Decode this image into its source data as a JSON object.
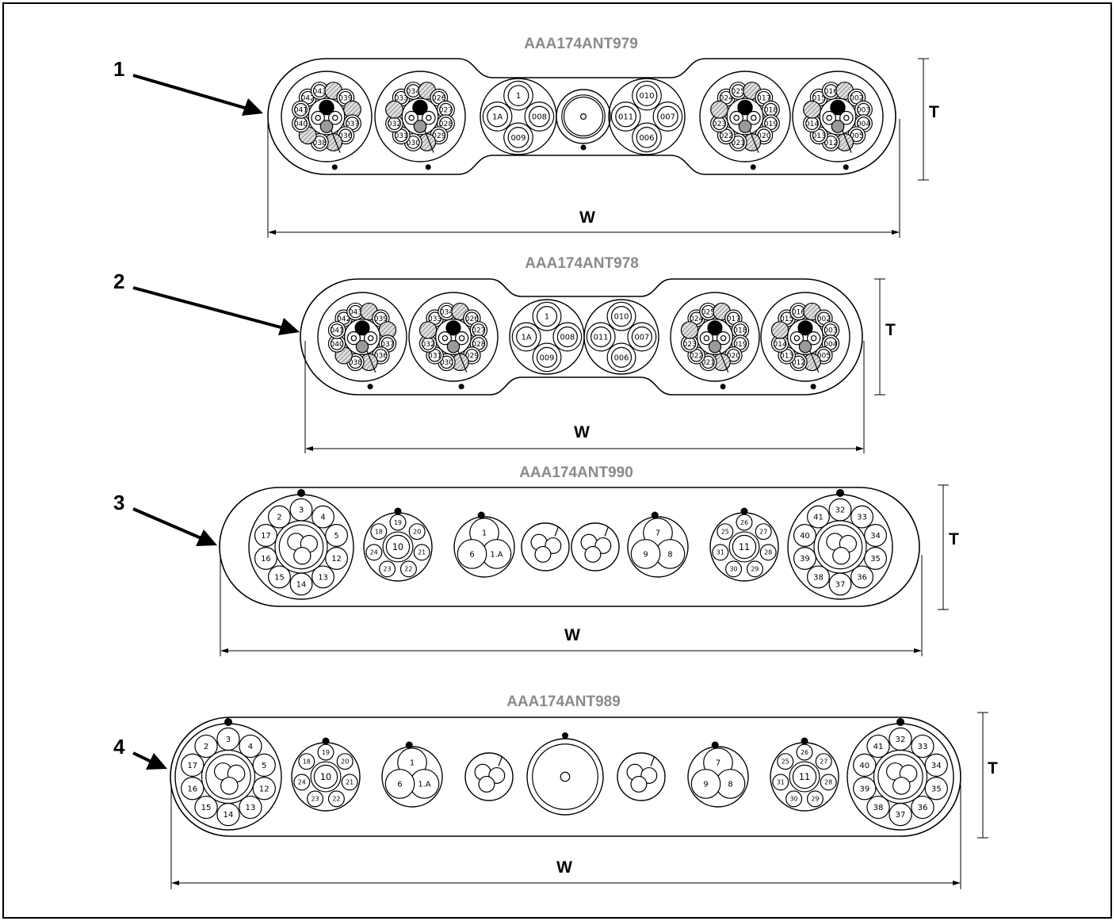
{
  "panels": [
    {
      "index": "1",
      "title": "AAA174ANT979",
      "w_label": "W",
      "t_label": "T",
      "units": [
        {
          "type": "comp4",
          "outer": [
            "042",
            "043",
            "",
            "039",
            "",
            "037",
            "036",
            "",
            "038",
            "",
            "040",
            "041"
          ]
        },
        {
          "type": "comp4",
          "outer": [
            "033",
            "034",
            "",
            "026",
            "027",
            "028",
            "029",
            "",
            "030",
            "031",
            "032",
            ""
          ]
        },
        {
          "type": "quad",
          "labels": [
            "1",
            "008",
            "009",
            "1A"
          ]
        },
        {
          "type": "coax"
        },
        {
          "type": "quad",
          "labels": [
            "010",
            "007",
            "006",
            "011"
          ]
        },
        {
          "type": "comp4",
          "outer": [
            "024",
            "025",
            "",
            "017",
            "018",
            "019",
            "020",
            "",
            "021",
            "022",
            "023",
            ""
          ]
        },
        {
          "type": "comp4",
          "outer": [
            "015",
            "016",
            "",
            "002",
            "003",
            "004",
            "005",
            "",
            "012",
            "013",
            "014",
            ""
          ]
        }
      ]
    },
    {
      "index": "2",
      "title": "AAA174ANT978",
      "w_label": "W",
      "t_label": "T",
      "units": [
        {
          "type": "comp4",
          "outer": [
            "042",
            "043",
            "",
            "039",
            "",
            "037",
            "036",
            "",
            "038",
            "",
            "040",
            "041"
          ]
        },
        {
          "type": "comp4",
          "outer": [
            "033",
            "034",
            "",
            "026",
            "027",
            "028",
            "029",
            "",
            "030",
            "031",
            "032",
            ""
          ]
        },
        {
          "type": "quad",
          "labels": [
            "1",
            "008",
            "009",
            "1A"
          ]
        },
        {
          "type": "quad",
          "labels": [
            "010",
            "007",
            "006",
            "011"
          ]
        },
        {
          "type": "comp4",
          "outer": [
            "024",
            "025",
            "",
            "017",
            "018",
            "019",
            "020",
            "",
            "021",
            "022",
            "023",
            ""
          ]
        },
        {
          "type": "comp4",
          "outer": [
            "015",
            "016",
            "",
            "002",
            "003",
            "004",
            "005",
            "",
            "012",
            "013",
            "014",
            ""
          ]
        }
      ]
    },
    {
      "index": "3",
      "title": "AAA174ANT990",
      "w_label": "W",
      "t_label": "T",
      "units": [
        {
          "type": "big",
          "labels": [
            "3",
            "4",
            "5",
            "12",
            "13",
            "14",
            "15",
            "16",
            "17",
            "2"
          ]
        },
        {
          "type": "medium",
          "center": "10",
          "labels": [
            "19",
            "20",
            "21",
            "22",
            "23",
            "24",
            "18"
          ]
        },
        {
          "type": "tri",
          "labels": [
            "1",
            "1.A",
            "6"
          ]
        },
        {
          "type": "tri3"
        },
        {
          "type": "tri3"
        },
        {
          "type": "tri",
          "labels": [
            "7",
            "8",
            "9"
          ]
        },
        {
          "type": "medium",
          "center": "11",
          "labels": [
            "26",
            "27",
            "28",
            "29",
            "30",
            "31",
            "25"
          ]
        },
        {
          "type": "big",
          "labels": [
            "32",
            "33",
            "34",
            "35",
            "36",
            "37",
            "38",
            "39",
            "40",
            "41"
          ]
        }
      ]
    },
    {
      "index": "4",
      "title": "AAA174ANT989",
      "w_label": "W",
      "t_label": "T",
      "units": [
        {
          "type": "big",
          "labels": [
            "3",
            "4",
            "5",
            "12",
            "13",
            "14",
            "15",
            "16",
            "17",
            "2"
          ]
        },
        {
          "type": "medium",
          "center": "10",
          "labels": [
            "19",
            "20",
            "21",
            "22",
            "23",
            "24",
            "18"
          ]
        },
        {
          "type": "tri",
          "labels": [
            "1",
            "1.A",
            "6"
          ]
        },
        {
          "type": "tri3"
        },
        {
          "type": "coaxbig"
        },
        {
          "type": "tri3"
        },
        {
          "type": "tri",
          "labels": [
            "7",
            "8",
            "9"
          ]
        },
        {
          "type": "medium",
          "center": "11",
          "labels": [
            "26",
            "27",
            "28",
            "29",
            "30",
            "31",
            "25"
          ]
        },
        {
          "type": "big",
          "labels": [
            "32",
            "33",
            "34",
            "35",
            "36",
            "37",
            "38",
            "39",
            "40",
            "41"
          ]
        }
      ]
    }
  ]
}
